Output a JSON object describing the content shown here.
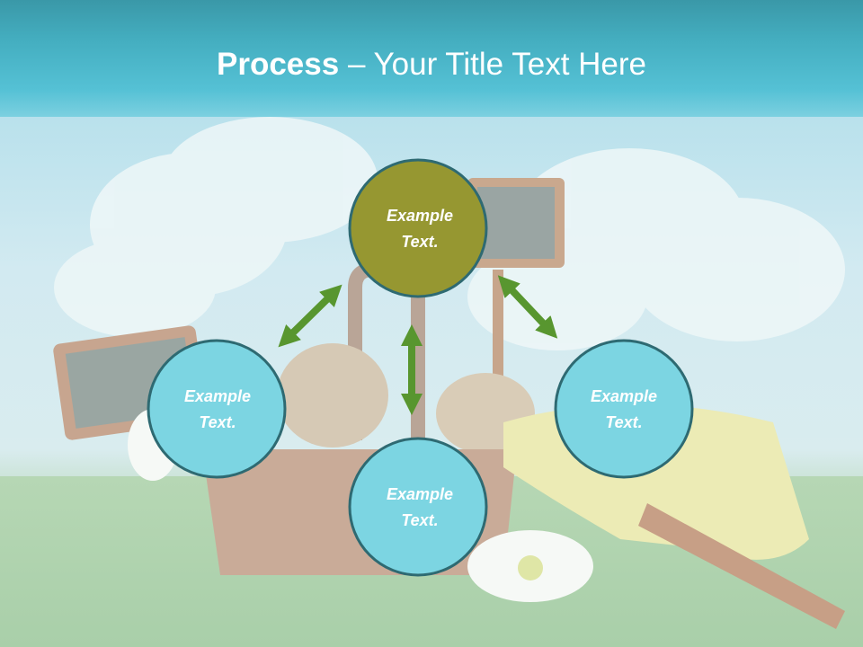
{
  "title": {
    "bold": "Process",
    "rest": " – Your Title Text Here"
  },
  "colors": {
    "top_node": "#969731",
    "side_node": "#7cd5e2",
    "node_border": "#2e6a72",
    "arrow": "#58962f"
  },
  "nodes": [
    {
      "id": "top",
      "line1": "Example",
      "line2": "Text."
    },
    {
      "id": "left",
      "line1": "Example",
      "line2": "Text."
    },
    {
      "id": "bottom",
      "line1": "Example",
      "line2": "Text."
    },
    {
      "id": "right",
      "line1": "Example",
      "line2": "Text."
    }
  ]
}
